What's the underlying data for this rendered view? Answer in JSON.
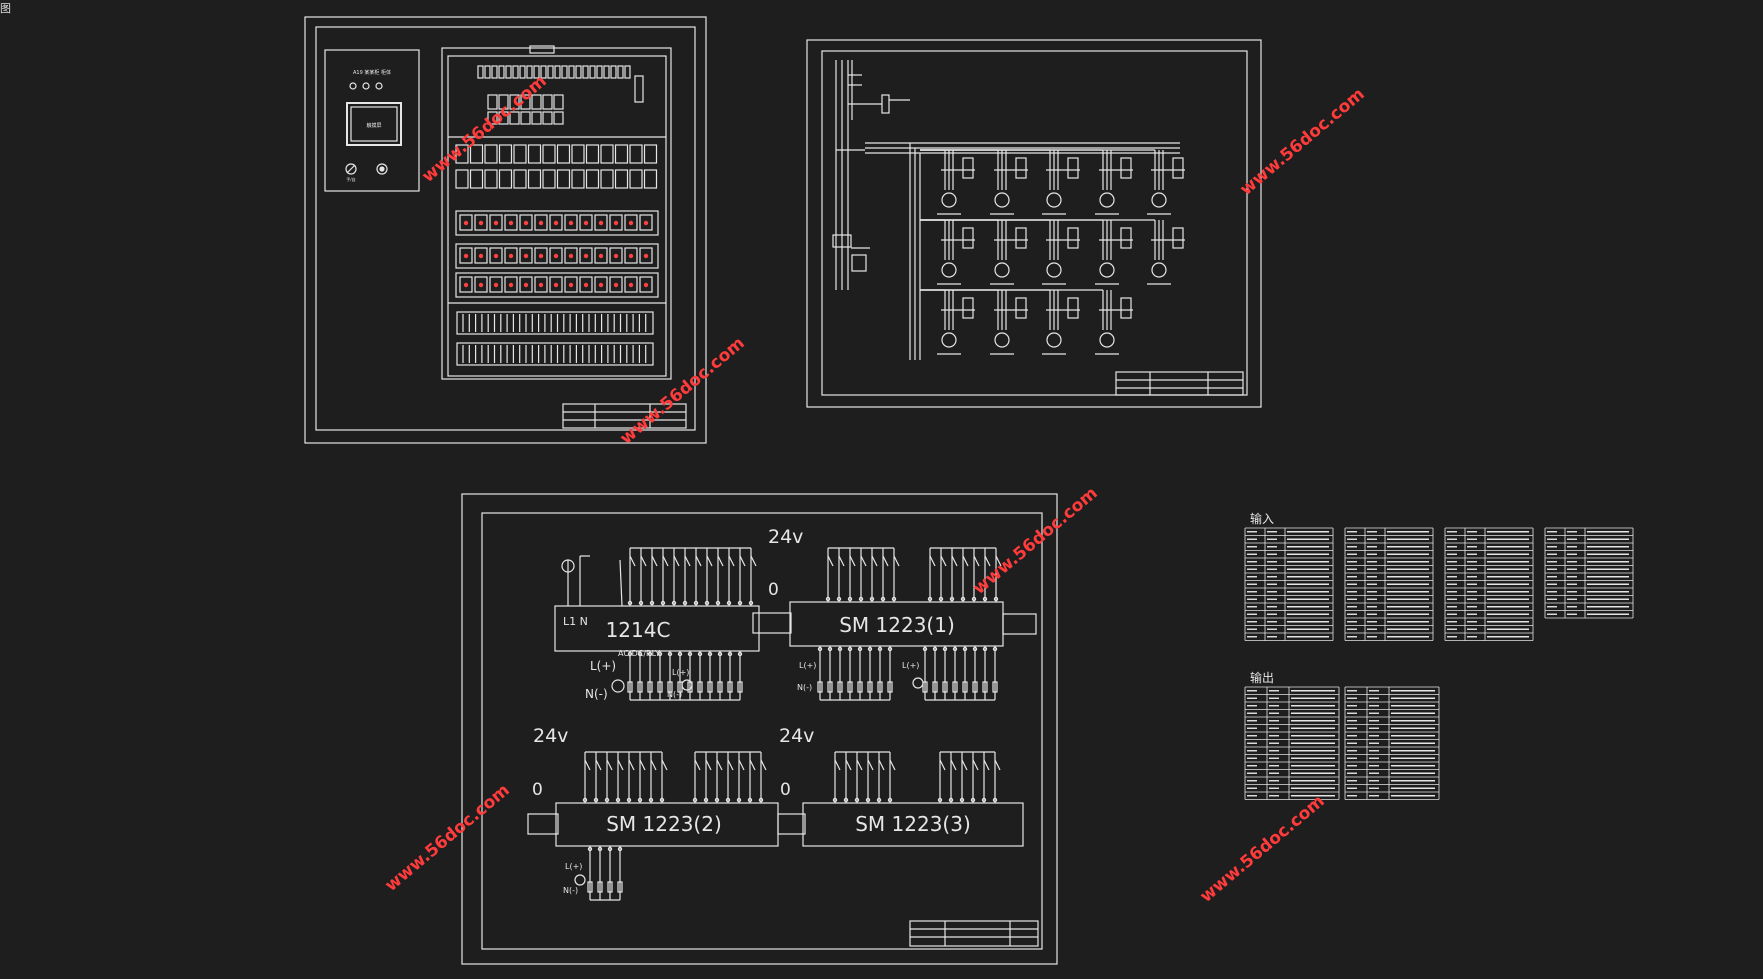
{
  "corner_char": "图",
  "sheet1": {
    "panel_title": "A19 某某柜 柜体",
    "screen_label": "触摸屏",
    "knob_label": "手/自"
  },
  "sheet3": {
    "v24_a": "24v",
    "zero_a": "0",
    "plc_label": "1214C",
    "plc_l1n": "L1  N",
    "plc_acdc": "AC/DC/RLY",
    "l_plus": "L(+)",
    "n_minus": "N(-)",
    "l_plus_small": "L(+)",
    "n_minus_small": "N(-)",
    "sm1_label": "SM  1223(1)",
    "v24_b": "24v",
    "zero_b": "0",
    "sm2_label": "SM  1223(2)",
    "v24_c": "24v",
    "zero_c": "0",
    "sm3_label": "SM  1223(3)"
  },
  "tables": {
    "input_title": "输入",
    "output_title": "输出"
  },
  "watermark": "www.56doc.com",
  "colors": {
    "background": "#1e1e1e",
    "line": "#e6e6e6",
    "watermark": "#ff3b3b",
    "accent_red": "#ff4040"
  }
}
